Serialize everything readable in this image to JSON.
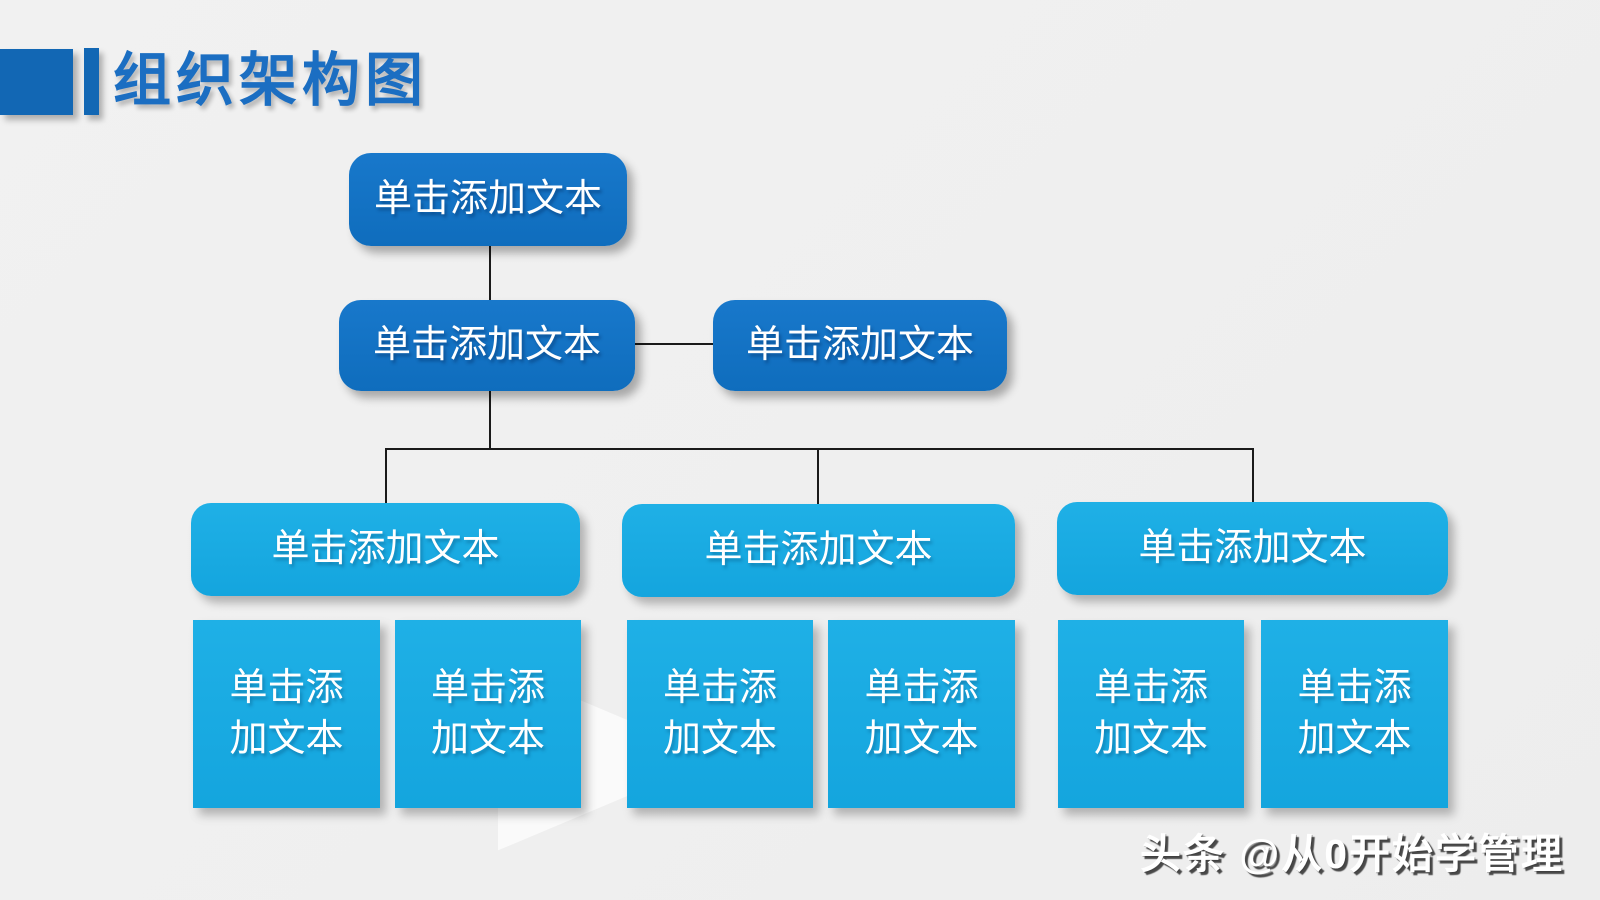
{
  "slide_title": "组织架构图",
  "org_chart": {
    "level1": {
      "label": "单击添加文本"
    },
    "level2": [
      {
        "label": "单击添加文本"
      },
      {
        "label": "单击添加文本"
      }
    ],
    "level3": [
      {
        "label": "单击添加文本"
      },
      {
        "label": "单击添加文本"
      },
      {
        "label": "单击添加文本"
      }
    ],
    "level4": [
      {
        "label": "单击添加文本"
      },
      {
        "label": "单击添加文本"
      },
      {
        "label": "单击添加文本"
      },
      {
        "label": "单击添加文本"
      },
      {
        "label": "单击添加文本"
      },
      {
        "label": "单击添加文本"
      }
    ]
  },
  "watermark": "头条 @从0开始学管理",
  "colors": {
    "title_blue": "#1b6ec2",
    "accent_square_blue": "#1267b4",
    "node_dark_blue": "#1172c4",
    "node_light_blue": "#18ace3",
    "node_text": "#ffffff",
    "connector": "#1a1a1a",
    "background": "#efefef"
  }
}
